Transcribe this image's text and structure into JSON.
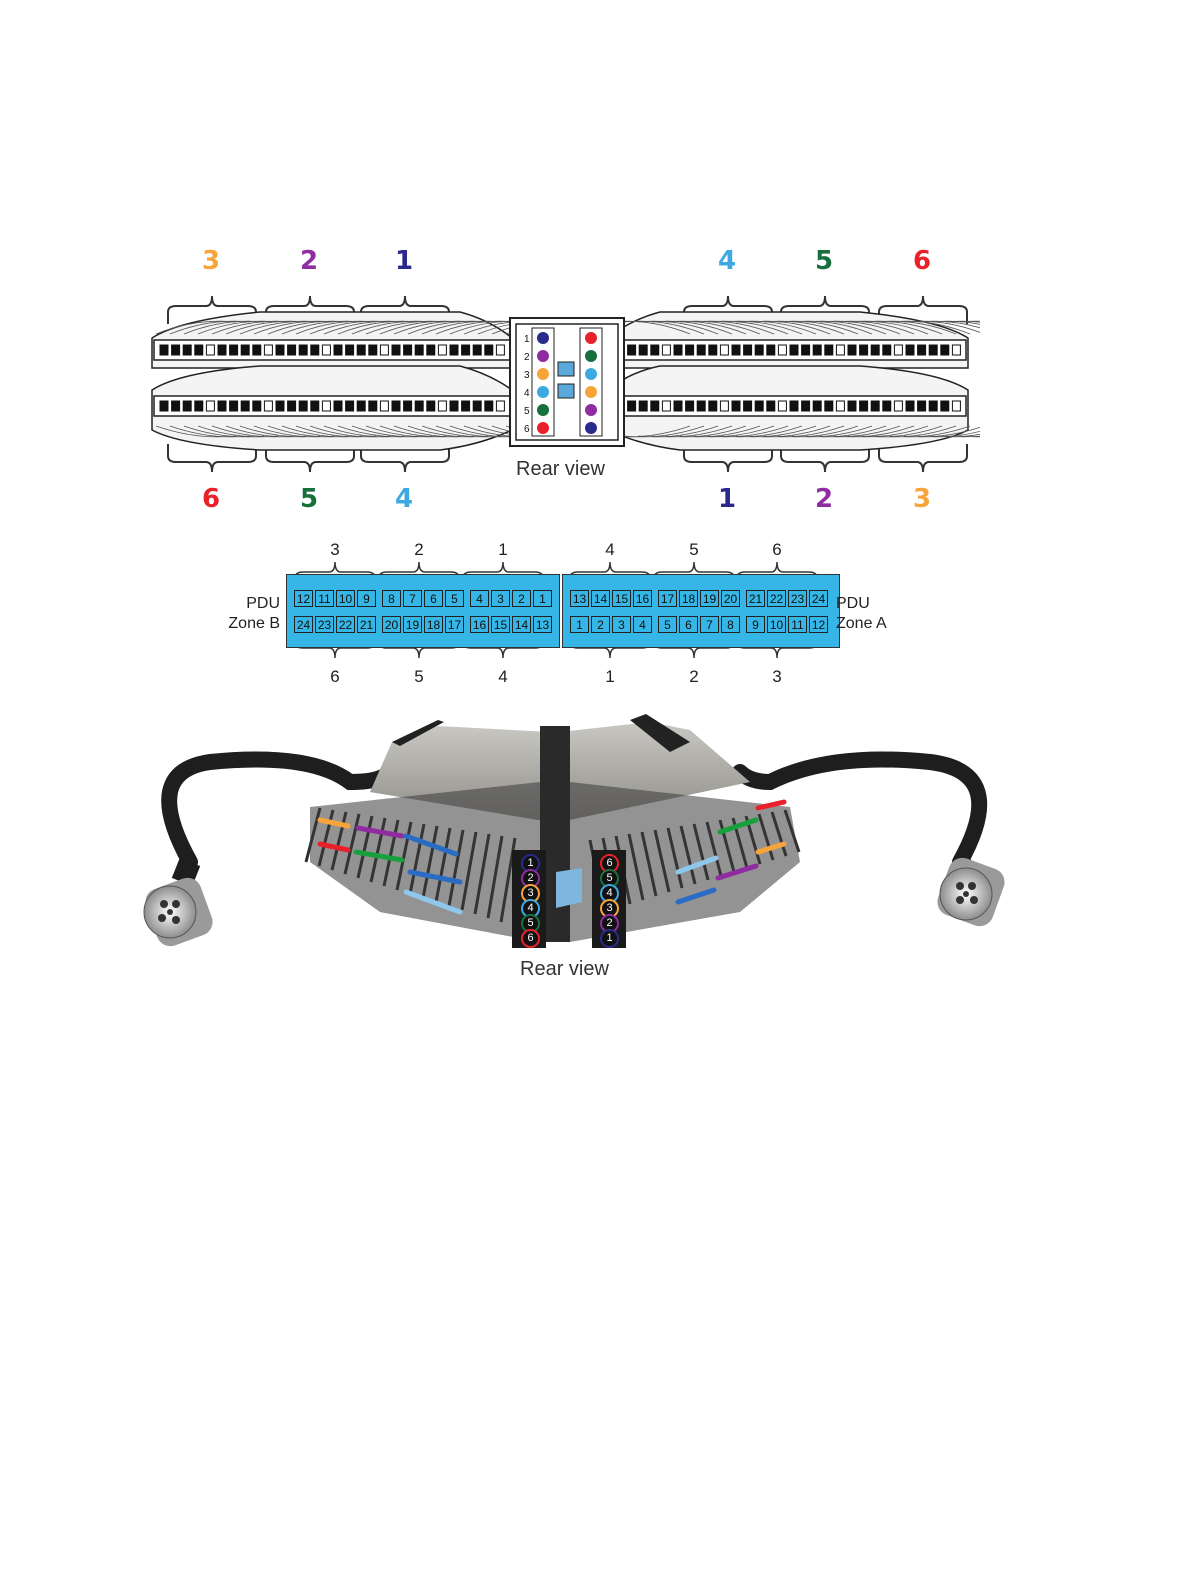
{
  "top_diagram": {
    "top_groups": [
      {
        "label": "3",
        "color": "#f7a53a"
      },
      {
        "label": "2",
        "color": "#8e2ca0"
      },
      {
        "label": "1",
        "color": "#2a2a8c"
      },
      {
        "label": "4",
        "color": "#3ea9e0"
      },
      {
        "label": "5",
        "color": "#17703b"
      },
      {
        "label": "6",
        "color": "#e8212b"
      }
    ],
    "bottom_groups": [
      {
        "label": "6",
        "color": "#e8212b"
      },
      {
        "label": "5",
        "color": "#17703b"
      },
      {
        "label": "4",
        "color": "#3ea9e0"
      },
      {
        "label": "1",
        "color": "#2a2a8c"
      },
      {
        "label": "2",
        "color": "#8e2ca0"
      },
      {
        "label": "3",
        "color": "#f7a53a"
      }
    ],
    "center_left_numbers": [
      "1",
      "2",
      "3",
      "4",
      "5",
      "6"
    ],
    "center_left_dots": [
      "#2a2a8c",
      "#8e2ca0",
      "#f7a53a",
      "#3ea9e0",
      "#17703b",
      "#e8212b"
    ],
    "center_right_dots": [
      "#e8212b",
      "#17703b",
      "#3ea9e0",
      "#f7a53a",
      "#8e2ca0",
      "#2a2a8c"
    ],
    "caption": "Rear view"
  },
  "middle_diagram": {
    "zone_b_label": [
      "PDU",
      "Zone B"
    ],
    "zone_a_label": [
      "PDU",
      "Zone A"
    ],
    "left_top_groups": [
      "3",
      "2",
      "1"
    ],
    "right_top_groups": [
      "4",
      "5",
      "6"
    ],
    "left_bottom_groups": [
      "6",
      "5",
      "4"
    ],
    "right_bottom_groups": [
      "1",
      "2",
      "3"
    ],
    "left_top_row": [
      "12",
      "11",
      "10",
      "9",
      "8",
      "7",
      "6",
      "5",
      "4",
      "3",
      "2",
      "1"
    ],
    "left_bottom_row": [
      "24",
      "23",
      "22",
      "21",
      "20",
      "19",
      "18",
      "17",
      "16",
      "15",
      "14",
      "13"
    ],
    "right_top_row": [
      "13",
      "14",
      "15",
      "16",
      "17",
      "18",
      "19",
      "20",
      "21",
      "22",
      "23",
      "24"
    ],
    "right_bottom_row": [
      "1",
      "2",
      "3",
      "4",
      "5",
      "6",
      "7",
      "8",
      "9",
      "10",
      "11",
      "12"
    ]
  },
  "photo": {
    "left_numbers": [
      "1",
      "2",
      "3",
      "4",
      "5",
      "6"
    ],
    "right_numbers": [
      "6",
      "5",
      "4",
      "3",
      "2",
      "1"
    ],
    "left_ring_colors": [
      "#2a2a8c",
      "#8e2ca0",
      "#f7a53a",
      "#3ea9e0",
      "#17703b",
      "#e8212b"
    ],
    "right_ring_colors": [
      "#e8212b",
      "#17703b",
      "#3ea9e0",
      "#f7a53a",
      "#8e2ca0",
      "#2a2a8c"
    ],
    "caption": "Rear view"
  }
}
